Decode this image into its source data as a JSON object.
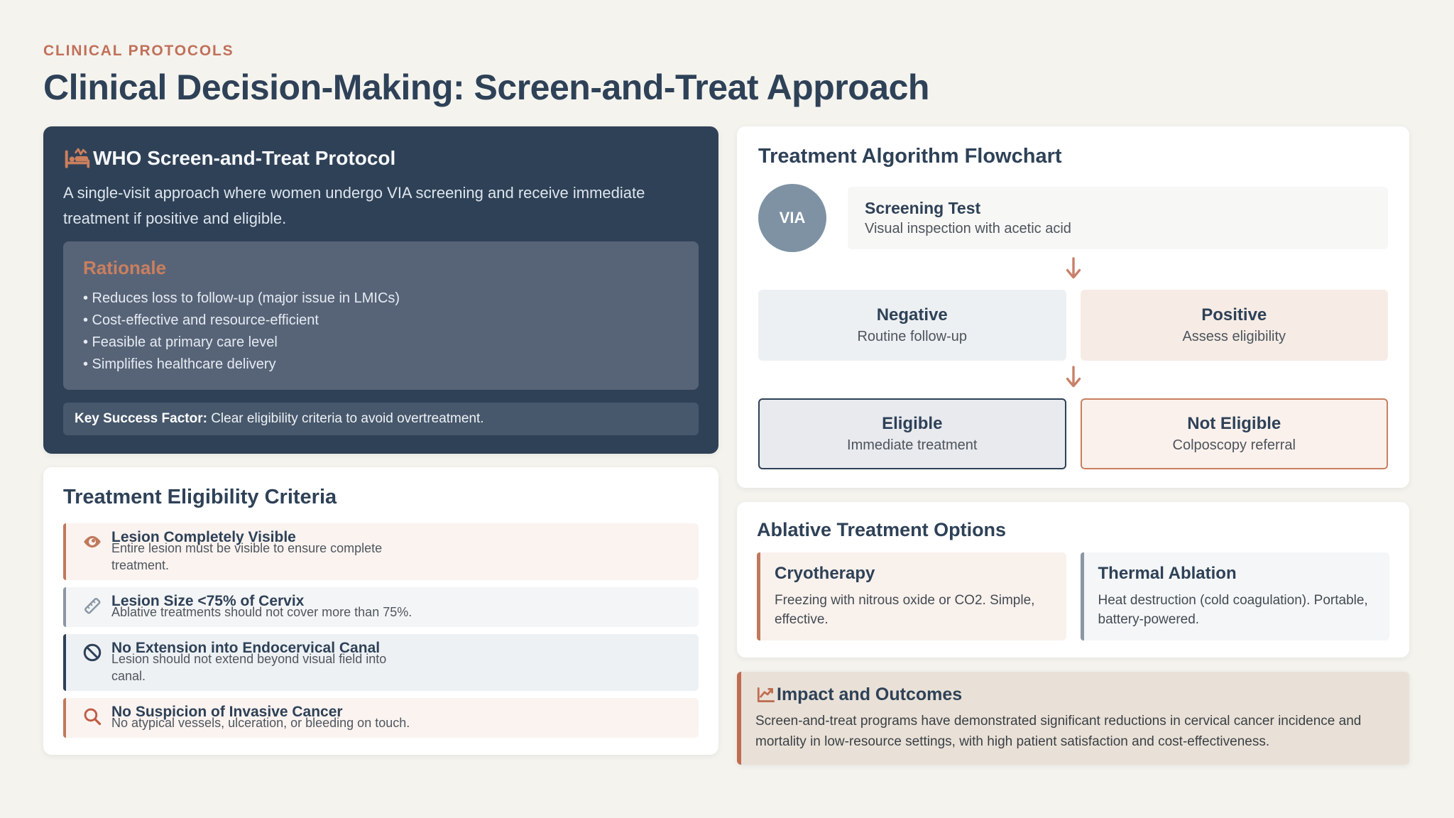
{
  "page": {
    "eyebrow": "CLINICAL PROTOCOLS",
    "title": "Clinical Decision-Making: Screen-and-Treat Approach"
  },
  "who_card": {
    "icon": "patient-bed-icon",
    "title": "WHO Screen-and-Treat Protocol",
    "description": "A single-visit approach where women undergo VIA screening and receive immediate treatment if positive and eligible.",
    "rationale": {
      "title": "Rationale",
      "bullets": [
        "• Reduces loss to follow-up (major issue in LMICs)",
        "• Cost-effective and resource-efficient",
        "• Feasible at primary care level",
        "• Simplifies healthcare delivery"
      ]
    },
    "key_success": {
      "label": "Key Success Factor:",
      "text": " Clear eligibility criteria to avoid overtreatment."
    }
  },
  "eligibility": {
    "title": "Treatment Eligibility Criteria",
    "items": [
      {
        "icon": "eye-icon",
        "title": "Lesion Completely Visible",
        "description": "Entire lesion must be visible to ensure complete treatment."
      },
      {
        "icon": "ruler-icon",
        "title": "Lesion Size <75% of Cervix",
        "description": "Ablative treatments should not cover more than 75%."
      },
      {
        "icon": "ban-icon",
        "title": "No Extension into Endocervical Canal",
        "description": "Lesion should not extend beyond visual field into canal."
      },
      {
        "icon": "search-icon",
        "title": "No Suspicion of Invasive Cancer",
        "description": "No atypical vessels, ulceration, or bleeding on touch."
      }
    ]
  },
  "flowchart": {
    "title": "Treatment Algorithm Flowchart",
    "screening": {
      "badge": "VIA",
      "title": "Screening Test",
      "subtitle": "Visual inspection with acetic acid"
    },
    "negative": {
      "title": "Negative",
      "subtitle": "Routine follow-up"
    },
    "positive": {
      "title": "Positive",
      "subtitle": "Assess eligibility"
    },
    "eligible": {
      "title": "Eligible",
      "subtitle": "Immediate treatment"
    },
    "not_eligible": {
      "title": "Not Eligible",
      "subtitle": "Colposcopy referral"
    }
  },
  "ablative": {
    "title": "Ablative Treatment Options",
    "options": [
      {
        "title": "Cryotherapy",
        "description": "Freezing with nitrous oxide or CO2. Simple, effective."
      },
      {
        "title": "Thermal Ablation",
        "description": "Heat destruction (cold coagulation). Portable, battery-powered."
      }
    ]
  },
  "impact": {
    "icon": "line-chart-icon",
    "title": "Impact and Outcomes",
    "text": "Screen-and-treat programs have demonstrated significant reductions in cervical cancer incidence and mortality in low-resource settings, with high patient satisfaction and cost-effectiveness."
  },
  "colors": {
    "background": "#f4f3ee",
    "navy": "#2e4157",
    "dark_card": "#2f4156",
    "rationale_panel": "#576478",
    "accent_orange": "#c0795c",
    "slate": "#8a97a5",
    "beige": "#e9e1d7"
  }
}
